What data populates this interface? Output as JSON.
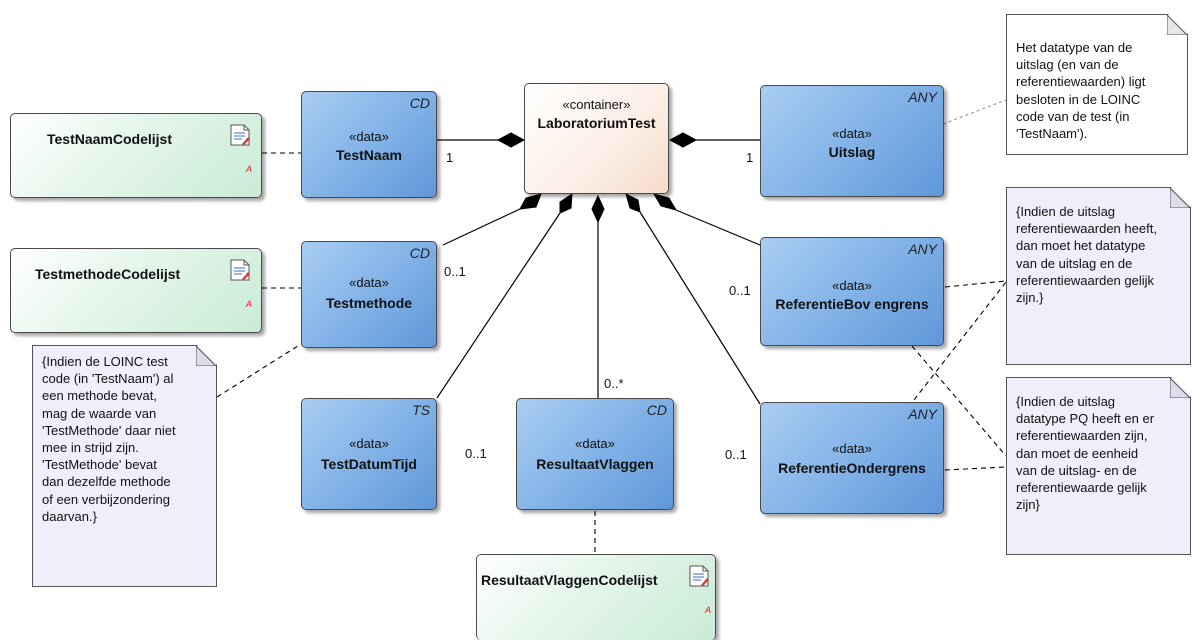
{
  "classes": {
    "laboratoriumtest": {
      "stereotype": "«container»",
      "name": "LaboratoriumTest"
    },
    "testnaam": {
      "tag": "CD",
      "stereotype": "«data»",
      "name": "TestNaam"
    },
    "testmethode": {
      "tag": "CD",
      "stereotype": "«data»",
      "name": "Testmethode"
    },
    "testdatumtijd": {
      "tag": "TS",
      "stereotype": "«data»",
      "name": "TestDatumTijd"
    },
    "resultaatvlaggen": {
      "tag": "CD",
      "stereotype": "«data»",
      "name": "ResultaatVlaggen"
    },
    "uitslag": {
      "tag": "ANY",
      "stereotype": "«data»",
      "name": "Uitslag"
    },
    "referentiebovengrens": {
      "tag": "ANY",
      "stereotype": "«data»",
      "name": "ReferentieBov engrens"
    },
    "referentieondergrens": {
      "tag": "ANY",
      "stereotype": "«data»",
      "name": "ReferentieOndergrens"
    }
  },
  "codelists": {
    "testnaam": {
      "name": "TestNaamCodelijst",
      "icon": "document-icon",
      "badge": "A"
    },
    "testmethode": {
      "name": "TestmethodeCodelijst",
      "icon": "document-icon",
      "badge": "A"
    },
    "resultaatvlaggen": {
      "name": "ResultaatVlaggenCodelijst",
      "icon": "document-icon",
      "badge": "A"
    }
  },
  "multiplicities": {
    "testnaam": "1",
    "uitslag": "1",
    "testmethode": "0..1",
    "testdatumtijd": "0..1",
    "resultaatvlaggen": "0..*",
    "referentiebovengrens": "0..1",
    "referentieondergrens": "0..1"
  },
  "notes": {
    "datatype": "Het datatype van de\nuitslag (en van de\nreferentiewaarden) ligt\nbesloten in de LOINC\ncode van de test (in\n'TestNaam').",
    "referentie_gelijk": "{Indien de uitslag\nreferentiewaarden heeft,\ndan moet het datatype\nvan de uitslag en de\nreferentiewaarden gelijk\nzijn.}",
    "eenheid_pq": "{Indien de uitslag\ndatatype PQ heeft en er\nreferentiewaarden zijn,\ndan moet de eenheid\nvan de uitslag- en de\nreferentiewaarde gelijk\nzijn}",
    "loinc_methode": "{Indien de LOINC test\ncode (in 'TestNaam') al\neen methode bevat,\nmag de waarde van\n'TestMethode' daar niet\nmee in strijd zijn.\n'TestMethode' bevat\ndan dezelfde methode\nof een verbijzondering\ndaarvan.}"
  },
  "colors": {
    "data_class": "#7fb0e6",
    "container_class": "#fbeee5",
    "codelist": "#d3efdf",
    "note": "#efeffb",
    "badge": "#e02020"
  }
}
